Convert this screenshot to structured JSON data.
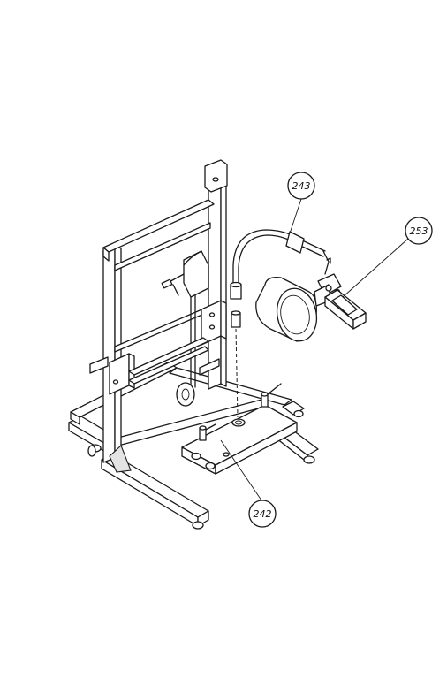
{
  "callouts": [
    {
      "id": "c243",
      "label": "243"
    },
    {
      "id": "c253",
      "label": "253"
    },
    {
      "id": "c242",
      "label": "242"
    }
  ],
  "colors": {
    "line": "#1a1a1a",
    "background": "#ffffff",
    "shade": "#e4e4e4"
  }
}
